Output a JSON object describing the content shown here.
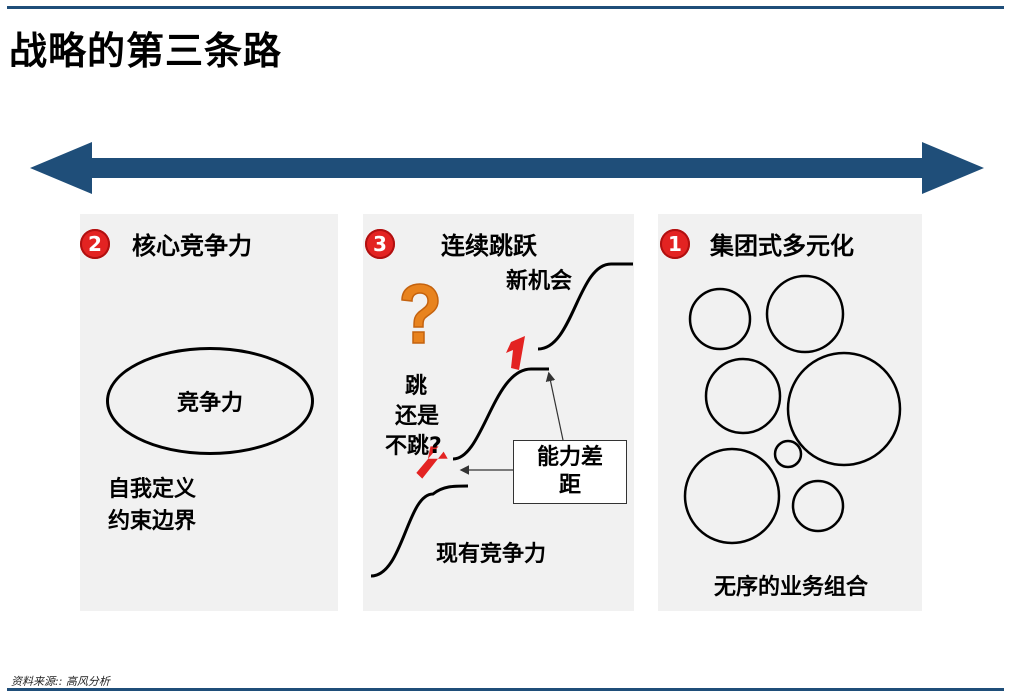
{
  "title": "战略的第三条路",
  "colors": {
    "accent_blue": "#1f4e79",
    "badge_red": "#e32322",
    "panel_bg": "#f1f1f1",
    "arrow_red": "#e32322",
    "question_orange": "#e8831e"
  },
  "panels": {
    "core": {
      "number": "2",
      "title": "核心竞争力",
      "ellipse_label": "竞争力",
      "note_line1": "自我定义",
      "note_line2": "约束边界"
    },
    "leap": {
      "number": "3",
      "title": "连续跳跃",
      "new_opportunity": "新机会",
      "jump_line1": "跳",
      "jump_line2": "还是",
      "jump_line3": "不跳?",
      "gap_line1": "能力差",
      "gap_line2": "距",
      "current": "现有竞争力",
      "question_icon": "question-mark-icon"
    },
    "group": {
      "number": "1",
      "title": "集团式多元化",
      "caption": "无序的业务组合"
    }
  },
  "source": "资料来源:: 高风分析"
}
